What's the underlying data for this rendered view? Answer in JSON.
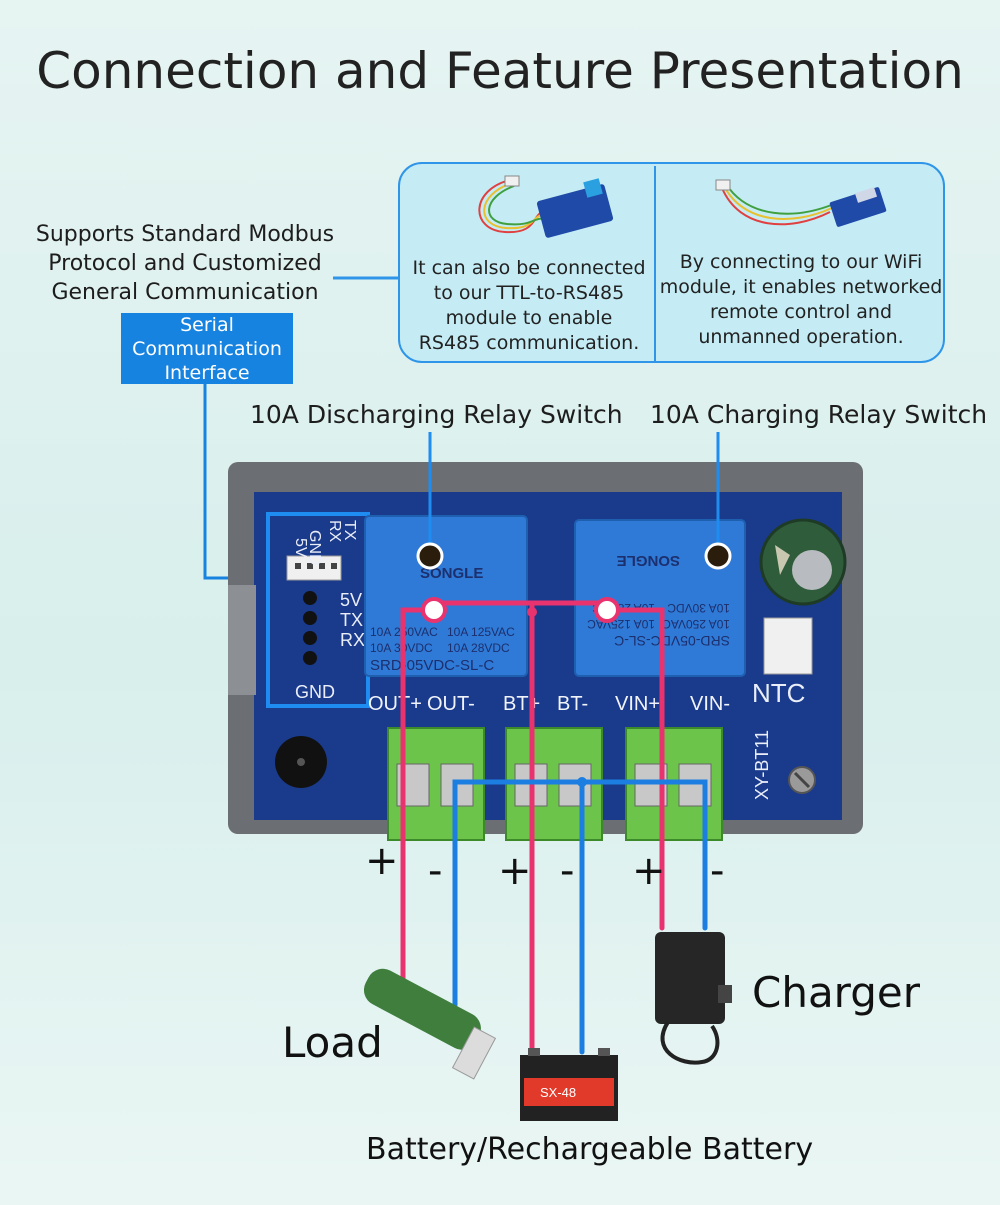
{
  "title": "Connection and Feature Presentation",
  "serial": {
    "description": [
      "Supports Standard Modbus",
      "Protocol and Customized",
      "General Communication"
    ],
    "badge": [
      "Serial",
      "Communication",
      "Interface"
    ]
  },
  "modules": {
    "rs485": [
      "It can also be connected",
      "to our TTL-to-RS485",
      "module to enable",
      "RS485 communication."
    ],
    "wifi": [
      "By connecting to our WiFi",
      "module, it enables networked",
      "remote control and",
      "unmanned operation."
    ]
  },
  "relays": {
    "discharge_label": "10A Discharging Relay Switch",
    "charge_label": "10A Charging Relay Switch",
    "relay1_text": [
      "SONGLE",
      "10A 250VAC",
      "10A 125VAC",
      "10A 30VDC",
      "10A 28VDC",
      "SRD-05VDC-SL-C"
    ],
    "relay2_text": [
      "SRD-05VDC-SL-C",
      "10A 250VAC",
      "10A 125VAC",
      "10A 30VDC",
      "10A 28VDC",
      "SONGLE"
    ]
  },
  "board": {
    "connector_pins": [
      "GND",
      "RX",
      "TX",
      "5V"
    ],
    "header_labels": [
      "5V",
      "TX",
      "RX"
    ],
    "gnd": "GND",
    "ntc": "NTC",
    "model": "XY-BT11",
    "terminals": [
      "OUT+",
      "OUT-",
      "BT+",
      "BT-",
      "VIN+",
      "VIN-"
    ]
  },
  "signs": [
    "+",
    "-",
    "+",
    "-",
    "+",
    "-"
  ],
  "labels": {
    "load": "Load",
    "charger": "Charger",
    "battery": "Battery/Rechargeable Battery",
    "battery_brand": "SX-48"
  },
  "colors": {
    "accent_blue": "#1783e0",
    "wire_red": "#e8336f",
    "wire_blue": "#1b7ee0",
    "pcb": "#1a3a8c",
    "terminal_green": "#6cc54a",
    "relay_blue": "#2f7ad6"
  },
  "icons": [
    "rs485-module-icon",
    "wifi-module-icon",
    "resistor-load-icon",
    "battery-icon",
    "charger-icon",
    "capacitor-icon",
    "buzzer-icon"
  ]
}
